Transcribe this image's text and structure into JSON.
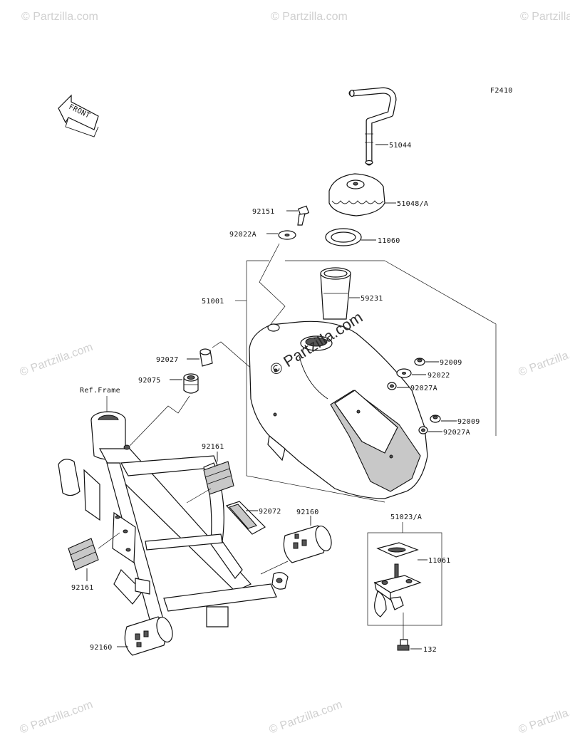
{
  "diagram_code": "F2410",
  "front_label": "FRONT",
  "ref_frame_label": "Ref.Frame",
  "watermark_text": "© Partzilla.com",
  "parts": {
    "p51044": "51044",
    "p51048A": "51048/A",
    "p92151": "92151",
    "p92022A": "92022A",
    "p11060": "11060",
    "p51001": "51001",
    "p59231": "59231",
    "p92027": "92027",
    "p92075": "92075",
    "p92009a": "92009",
    "p92022": "92022",
    "p92027Aa": "92027A",
    "p92009b": "92009",
    "p92027Ab": "92027A",
    "p92161a": "92161",
    "p92072": "92072",
    "p92160a": "92160",
    "p51023A": "51023/A",
    "p11061": "11061",
    "p92161b": "92161",
    "p92160b": "92160",
    "p132": "132"
  },
  "colors": {
    "line": "#111111",
    "shade": "#c8c8c8",
    "watermark": "#d0d0d0"
  }
}
